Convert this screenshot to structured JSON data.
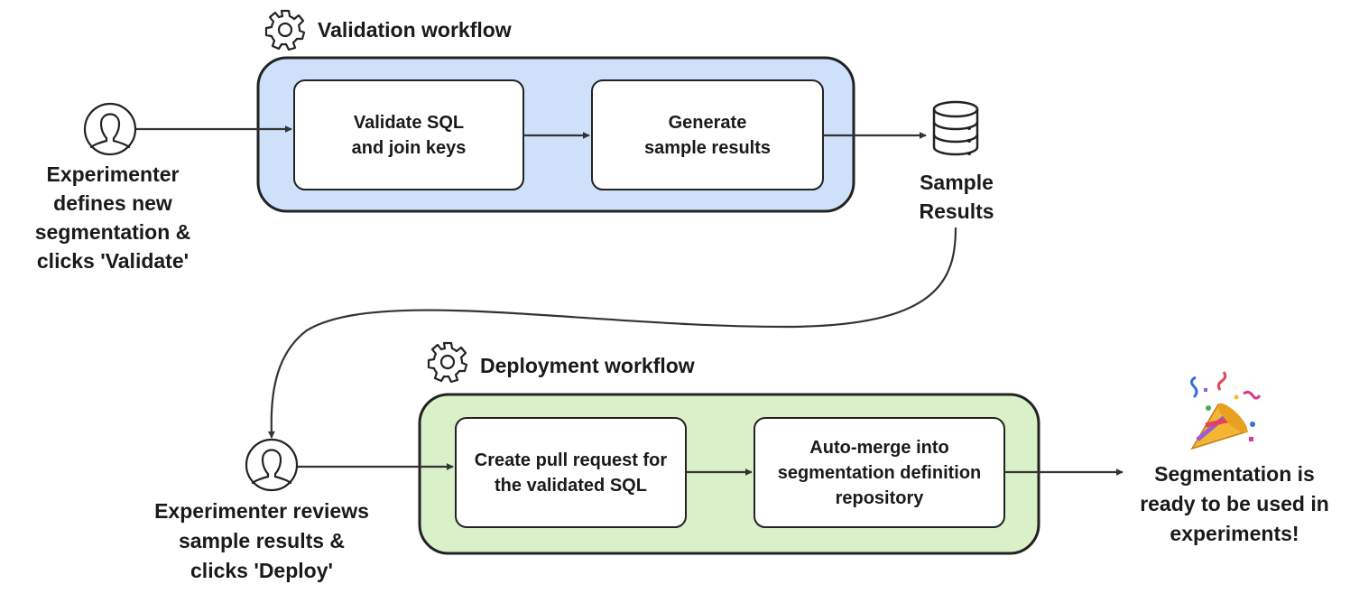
{
  "validation_workflow": {
    "title": "Validation workflow",
    "steps": [
      "Validate SQL\nand join keys",
      "Generate\nsample results"
    ],
    "fill": "#cfe0fa"
  },
  "deployment_workflow": {
    "title": "Deployment workflow",
    "steps": [
      "Create pull request for\nthe validated SQL",
      "Auto-merge into\nsegmentation definition\nrepository"
    ],
    "fill": "#d9f0c8"
  },
  "actors": {
    "define": "Experimenter\ndefines new\nsegmentation &\nclicks 'Validate'",
    "review": "Experimenter reviews\nsample results &\nclicks 'Deploy'"
  },
  "sample_results": "Sample\nResults",
  "outcome": "Segmentation is\nready to be used in\nexperiments!",
  "icons": [
    "gear-icon",
    "person-icon",
    "database-icon",
    "party-popper-icon"
  ]
}
